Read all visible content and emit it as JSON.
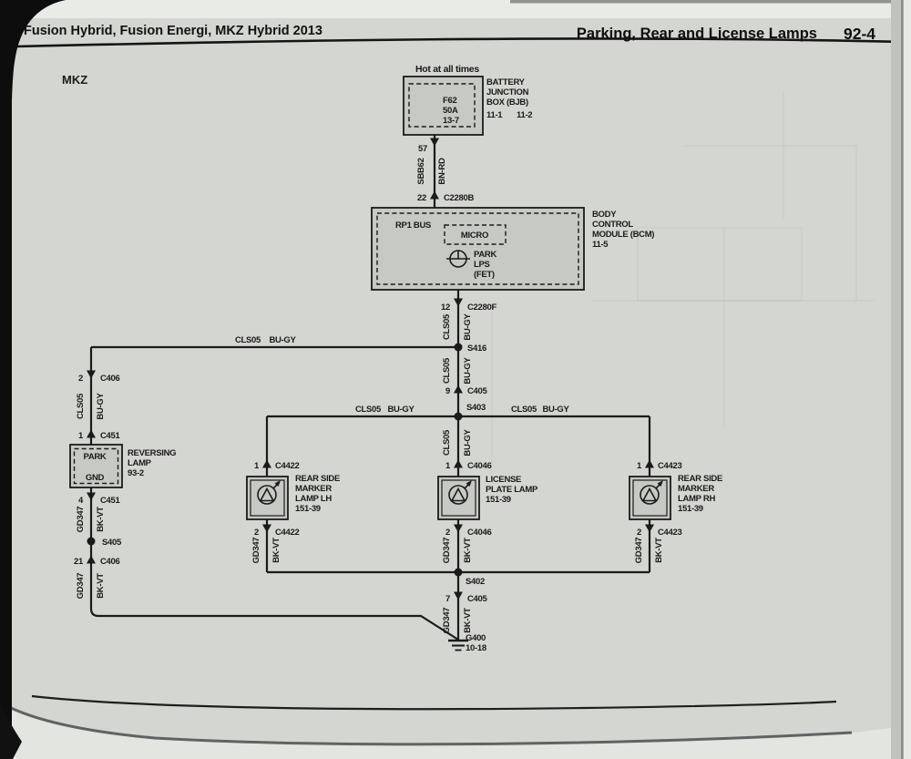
{
  "header": {
    "left_title": "Fusion Hybrid, Fusion Energi, MKZ Hybrid 2013",
    "right_title": "Parking, Rear and License Lamps",
    "page_number": "92-4"
  },
  "diagram": {
    "model_label": "MKZ",
    "hot_label": "Hot at all times",
    "colors": {
      "paper": "#d4d6d1",
      "ink": "#1b1b1b",
      "box_fill": "#c7cac4"
    },
    "bjb": {
      "fuse": {
        "name": "F62",
        "rating": "50A",
        "ref": "13-7"
      },
      "label_lines": [
        "BATTERY",
        "JUNCTION",
        "BOX (BJB)"
      ],
      "ref_left": "11-1",
      "ref_right": "11-2",
      "out_pin": "57"
    },
    "bcm": {
      "bus_label": "RP1 BUS",
      "micro_label": "MICRO",
      "fet_lines": [
        "PARK",
        "LPS",
        "(FET)"
      ],
      "label_lines": [
        "BODY",
        "CONTROL",
        "MODULE (BCM)",
        "11-5"
      ]
    },
    "wires": {
      "sbb62": {
        "circuit": "SBB62",
        "color": "BN-RD"
      },
      "cls05": {
        "circuit": "CLS05",
        "color": "BU-GY"
      },
      "gd347": {
        "circuit": "GD347",
        "color": "BK-VT"
      }
    },
    "connectors": {
      "c2280b": {
        "pin": "22",
        "name": "C2280B"
      },
      "c2280f": {
        "pin": "12",
        "name": "C2280F"
      },
      "c405_9": {
        "pin": "9",
        "name": "C405"
      },
      "c405_7": {
        "pin": "7",
        "name": "C405"
      },
      "c406_2": {
        "pin": "2",
        "name": "C406"
      },
      "c406_21": {
        "pin": "21",
        "name": "C406"
      },
      "c451_1": {
        "pin": "1",
        "name": "C451"
      },
      "c451_4": {
        "pin": "4",
        "name": "C451"
      },
      "c4422_1": {
        "pin": "1",
        "name": "C4422"
      },
      "c4422_2": {
        "pin": "2",
        "name": "C4422"
      },
      "c4046_1": {
        "pin": "1",
        "name": "C4046"
      },
      "c4046_2": {
        "pin": "2",
        "name": "C4046"
      },
      "c4423_1": {
        "pin": "1",
        "name": "C4423"
      },
      "c4423_2": {
        "pin": "2",
        "name": "C4423"
      }
    },
    "splices": {
      "s416": "S416",
      "s403": "S403",
      "s405": "S405",
      "s402": "S402"
    },
    "reversing_lamp": {
      "park_label": "PARK",
      "gnd_label": "GND",
      "label_lines": [
        "REVERSING",
        "LAMP",
        "93-2"
      ]
    },
    "lamps": {
      "lh": {
        "label_lines": [
          "REAR SIDE",
          "MARKER",
          "LAMP LH",
          "151-39"
        ]
      },
      "license": {
        "label_lines": [
          "LICENSE",
          "PLATE LAMP",
          "151-39"
        ]
      },
      "rh": {
        "label_lines": [
          "REAR SIDE",
          "MARKER",
          "LAMP RH",
          "151-39"
        ]
      }
    },
    "ground": {
      "name": "G400",
      "ref": "10-18"
    }
  }
}
